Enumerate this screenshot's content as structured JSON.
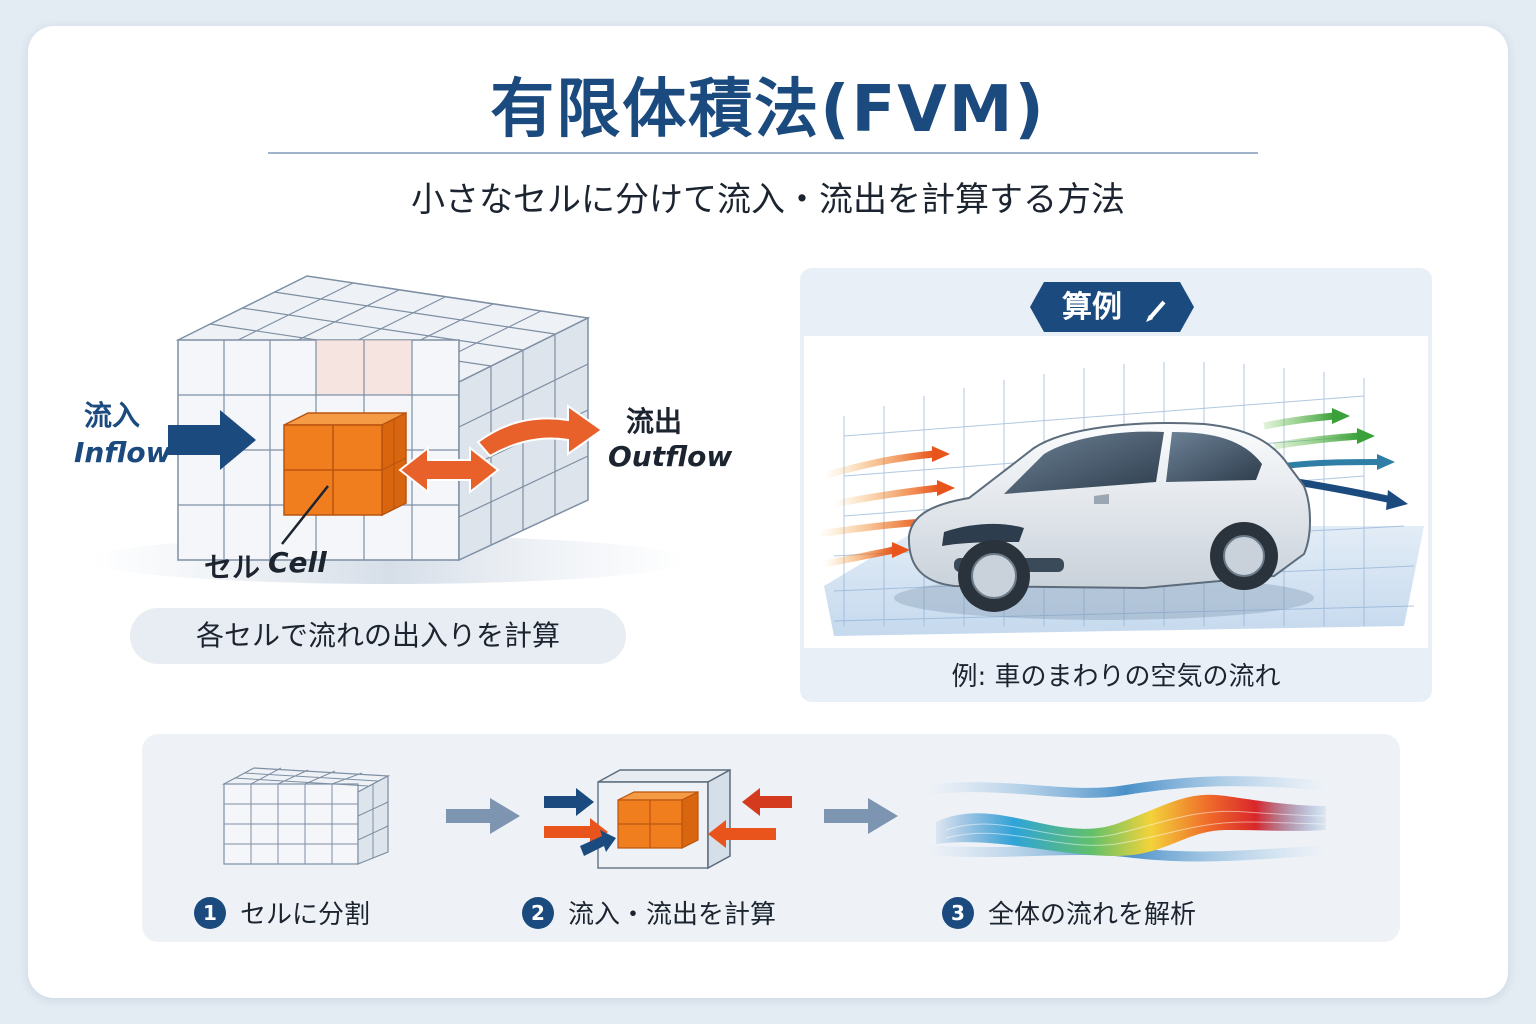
{
  "title": "有限体積法(FVM)",
  "subtitle": "小さなセルに分けて流入・流出を計算する方法",
  "cell_diagram": {
    "inflow_jp": "流入",
    "inflow_en": "Inflow",
    "outflow_jp": "流出",
    "outflow_en": "Outflow",
    "cell_jp": "セル",
    "cell_en": "Cell",
    "note": "各セルで流れの出入りを計算"
  },
  "example": {
    "badge": "算例",
    "caption": "例: 車のまわりの空気の流れ"
  },
  "steps": [
    {
      "num": "1",
      "label": "セルに分割"
    },
    {
      "num": "2",
      "label": "流入・流出を計算"
    },
    {
      "num": "3",
      "label": "全体の流れを解析"
    }
  ],
  "colors": {
    "primary": "#1b4a7e",
    "cell": "#f07d1e",
    "arrow_in": "#e84e1b",
    "arrow_out_green": "#4aa83a"
  }
}
